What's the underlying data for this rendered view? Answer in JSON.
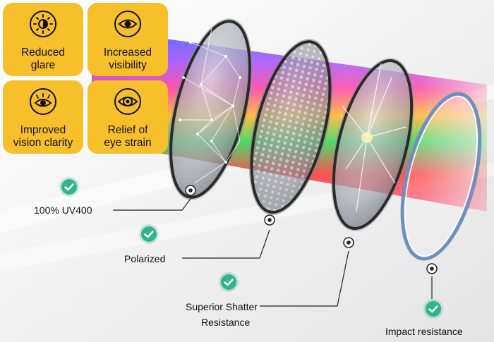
{
  "benefit_cards": [
    {
      "label": "Reduced\nglare",
      "icon": "sun-brightness-icon"
    },
    {
      "label": "Increased\nvisibility",
      "icon": "eye-icon"
    },
    {
      "label": "Improved\nvision clarity",
      "icon": "eye-lashes-icon"
    },
    {
      "label": "Relief of\neye strain",
      "icon": "eye-focus-icon"
    }
  ],
  "lens_features": [
    {
      "label": "100% UV400",
      "icon": "check-circle-icon"
    },
    {
      "label": "Polarized",
      "icon": "check-circle-icon"
    },
    {
      "label": "Superior Shatter",
      "label_line2": "Resistance",
      "icon": "check-circle-icon"
    },
    {
      "label": "Impact resistance",
      "icon": "check-circle-icon"
    }
  ],
  "colors": {
    "card": "#f7bf2a",
    "check": "#2fb58a",
    "line": "#222222"
  }
}
